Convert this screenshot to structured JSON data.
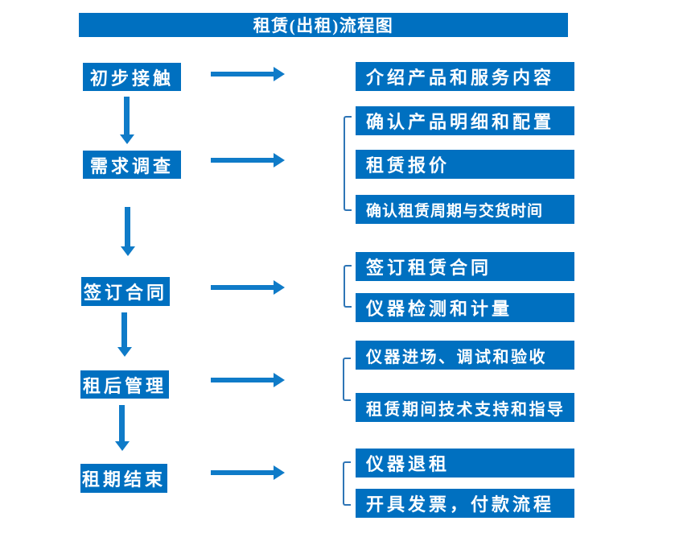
{
  "title": "租赁(出租)流程图",
  "colors": {
    "page_bg": "#ffffff",
    "box_bg": "#0070c0",
    "box_text": "#ffffff",
    "arrow": "#0f7bc8",
    "bracket": "#2e75b6"
  },
  "flow": [
    {
      "step": "初步接触",
      "details": [
        "介绍产品和服务内容"
      ]
    },
    {
      "step": "需求调查",
      "details": [
        "确认产品明细和配置",
        "租赁报价",
        "确认租赁周期与交货时间"
      ]
    },
    {
      "step": "签订合同",
      "details": [
        "签订租赁合同",
        "仪器检测和计量"
      ]
    },
    {
      "step": "租后管理",
      "details": [
        "仪器进场、调试和验收",
        "租赁期间技术支持和指导"
      ]
    },
    {
      "step": "租期结束",
      "details": [
        "仪器退租",
        "开具发票，付款流程"
      ]
    }
  ]
}
